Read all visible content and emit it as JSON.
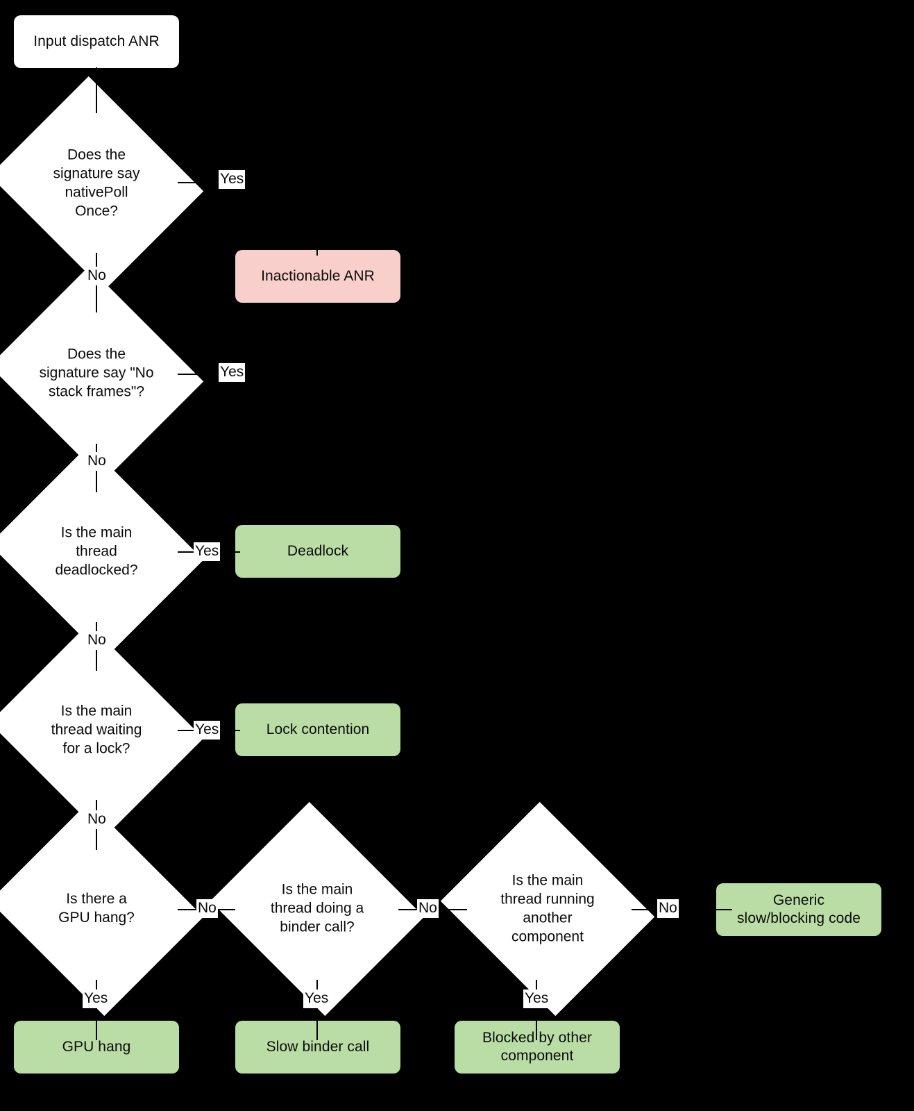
{
  "diagram": {
    "title": "Input dispatch ANR triage flowchart",
    "background_color": "#000000",
    "palette": {
      "start_fill": "#ffffff",
      "decision_fill": "#ffffff",
      "inactionable_fill": "#f9cfcc",
      "cause_fill": "#b9dda4",
      "text_color": "#0b0b0b",
      "edge_label_fill": "#ffffff"
    }
  },
  "nodes": {
    "start": {
      "label": "Input dispatch ANR"
    },
    "d1": {
      "label": "Does the\nsignature say\nnativePoll\nOnce?"
    },
    "d2": {
      "label": "Does the\nsignature say \"No\nstack frames\"?"
    },
    "d3": {
      "label": "Is the main\nthread\ndeadlocked?"
    },
    "d4": {
      "label": "Is the main\nthread waiting\nfor a lock?"
    },
    "d5": {
      "label": "Is there a\nGPU hang?"
    },
    "d6": {
      "label": "Is the main\nthread doing a\nbinder call?"
    },
    "d7": {
      "label": "Is the main\nthread running\nanother\ncomponent"
    },
    "r_inactionable": {
      "label": "Inactionable ANR"
    },
    "r_deadlock": {
      "label": "Deadlock"
    },
    "r_lock": {
      "label": "Lock contention"
    },
    "r_generic": {
      "label": "Generic\nslow/blocking code"
    },
    "r_gpu": {
      "label": "GPU hang"
    },
    "r_binder": {
      "label": "Slow binder call"
    },
    "r_blocked": {
      "label": "Blocked by other\ncomponent"
    }
  },
  "edge_labels": {
    "d1_yes": "Yes",
    "d1_no": "No",
    "d2_yes": "Yes",
    "d2_no": "No",
    "d3_yes": "Yes",
    "d3_no": "No",
    "d4_yes": "Yes",
    "d4_no": "No",
    "d5_no": "No",
    "d5_yes": "Yes",
    "d6_no": "No",
    "d6_yes": "Yes",
    "d7_no": "No",
    "d7_yes": "Yes"
  }
}
